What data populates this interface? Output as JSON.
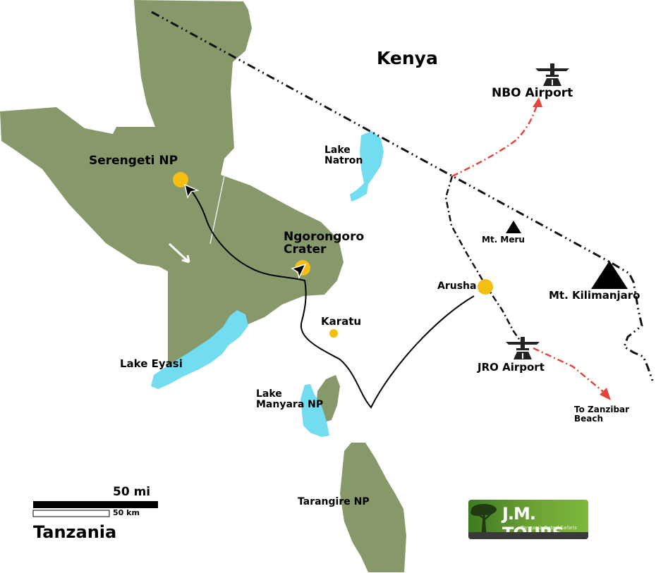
{
  "map": {
    "country_north": "Kenya",
    "country_south": "Tanzania",
    "colors": {
      "park_green": "#87996a",
      "lake_blue": "#72dcf0",
      "place_dot": "#f5be12",
      "arrow_red": "#e2463b",
      "route_black": "#000000"
    }
  },
  "places": {
    "serengeti": "Serengeti NP",
    "ngorongoro_line1": "Ngorongoro",
    "ngorongoro_line2": "Crater",
    "lake_natron_line1": "Lake",
    "lake_natron_line2": "Natron",
    "lake_eyasi": "Lake Eyasi",
    "karatu": "Karatu",
    "lake_manyara_line1": "Lake",
    "lake_manyara_line2": "Manyara NP",
    "tarangire": "Tarangire NP",
    "arusha": "Arusha",
    "mt_meru": "Mt. Meru",
    "mt_kilimanjaro": "Mt. Kilimanjaro",
    "nbo_airport": "NBO Airport",
    "jro_airport": "JRO Airport",
    "zanzibar_line1": "To Zanzibar",
    "zanzibar_line2": "Beach"
  },
  "scale": {
    "miles": "50 mi",
    "km": "50 km"
  },
  "logo": {
    "name": "J.M. TOURS",
    "tagline": "Tanzania Rated Safaris"
  },
  "icons": {
    "airport": "airplane-icon",
    "mountain": "mountain-triangle-icon",
    "place": "location-dot-icon"
  }
}
